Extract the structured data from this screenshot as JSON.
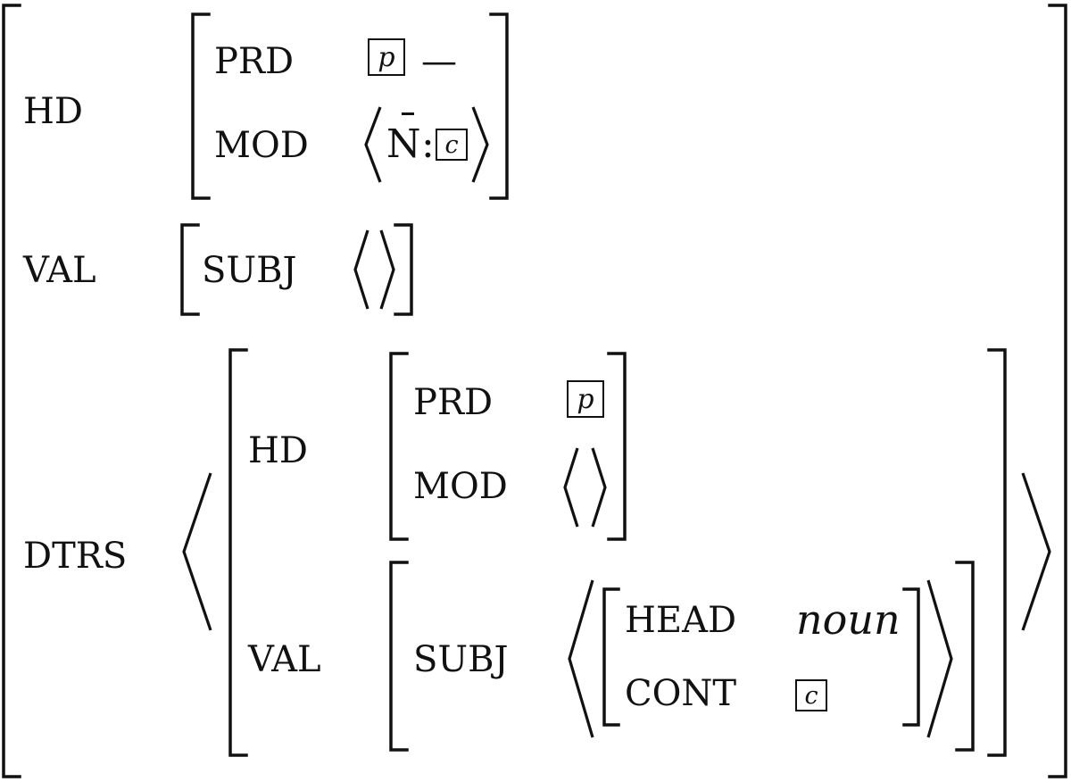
{
  "avm": {
    "hd": {
      "label": "HD",
      "prd": {
        "label": "PRD",
        "tag": "p",
        "value": "—"
      },
      "mod": {
        "label": "MOD",
        "noun": "N",
        "colon": ":",
        "tag": "c"
      }
    },
    "val": {
      "label": "VAL",
      "subj": {
        "label": "SUBJ"
      }
    },
    "dtrs": {
      "label": "DTRS",
      "hd": {
        "label": "HD",
        "prd": {
          "label": "PRD",
          "tag": "p"
        },
        "mod": {
          "label": "MOD"
        }
      },
      "val": {
        "label": "VAL",
        "subj": {
          "label": "SUBJ",
          "head": {
            "label": "HEAD",
            "value": "noun"
          },
          "cont": {
            "label": "CONT",
            "tag": "c"
          }
        }
      }
    }
  }
}
